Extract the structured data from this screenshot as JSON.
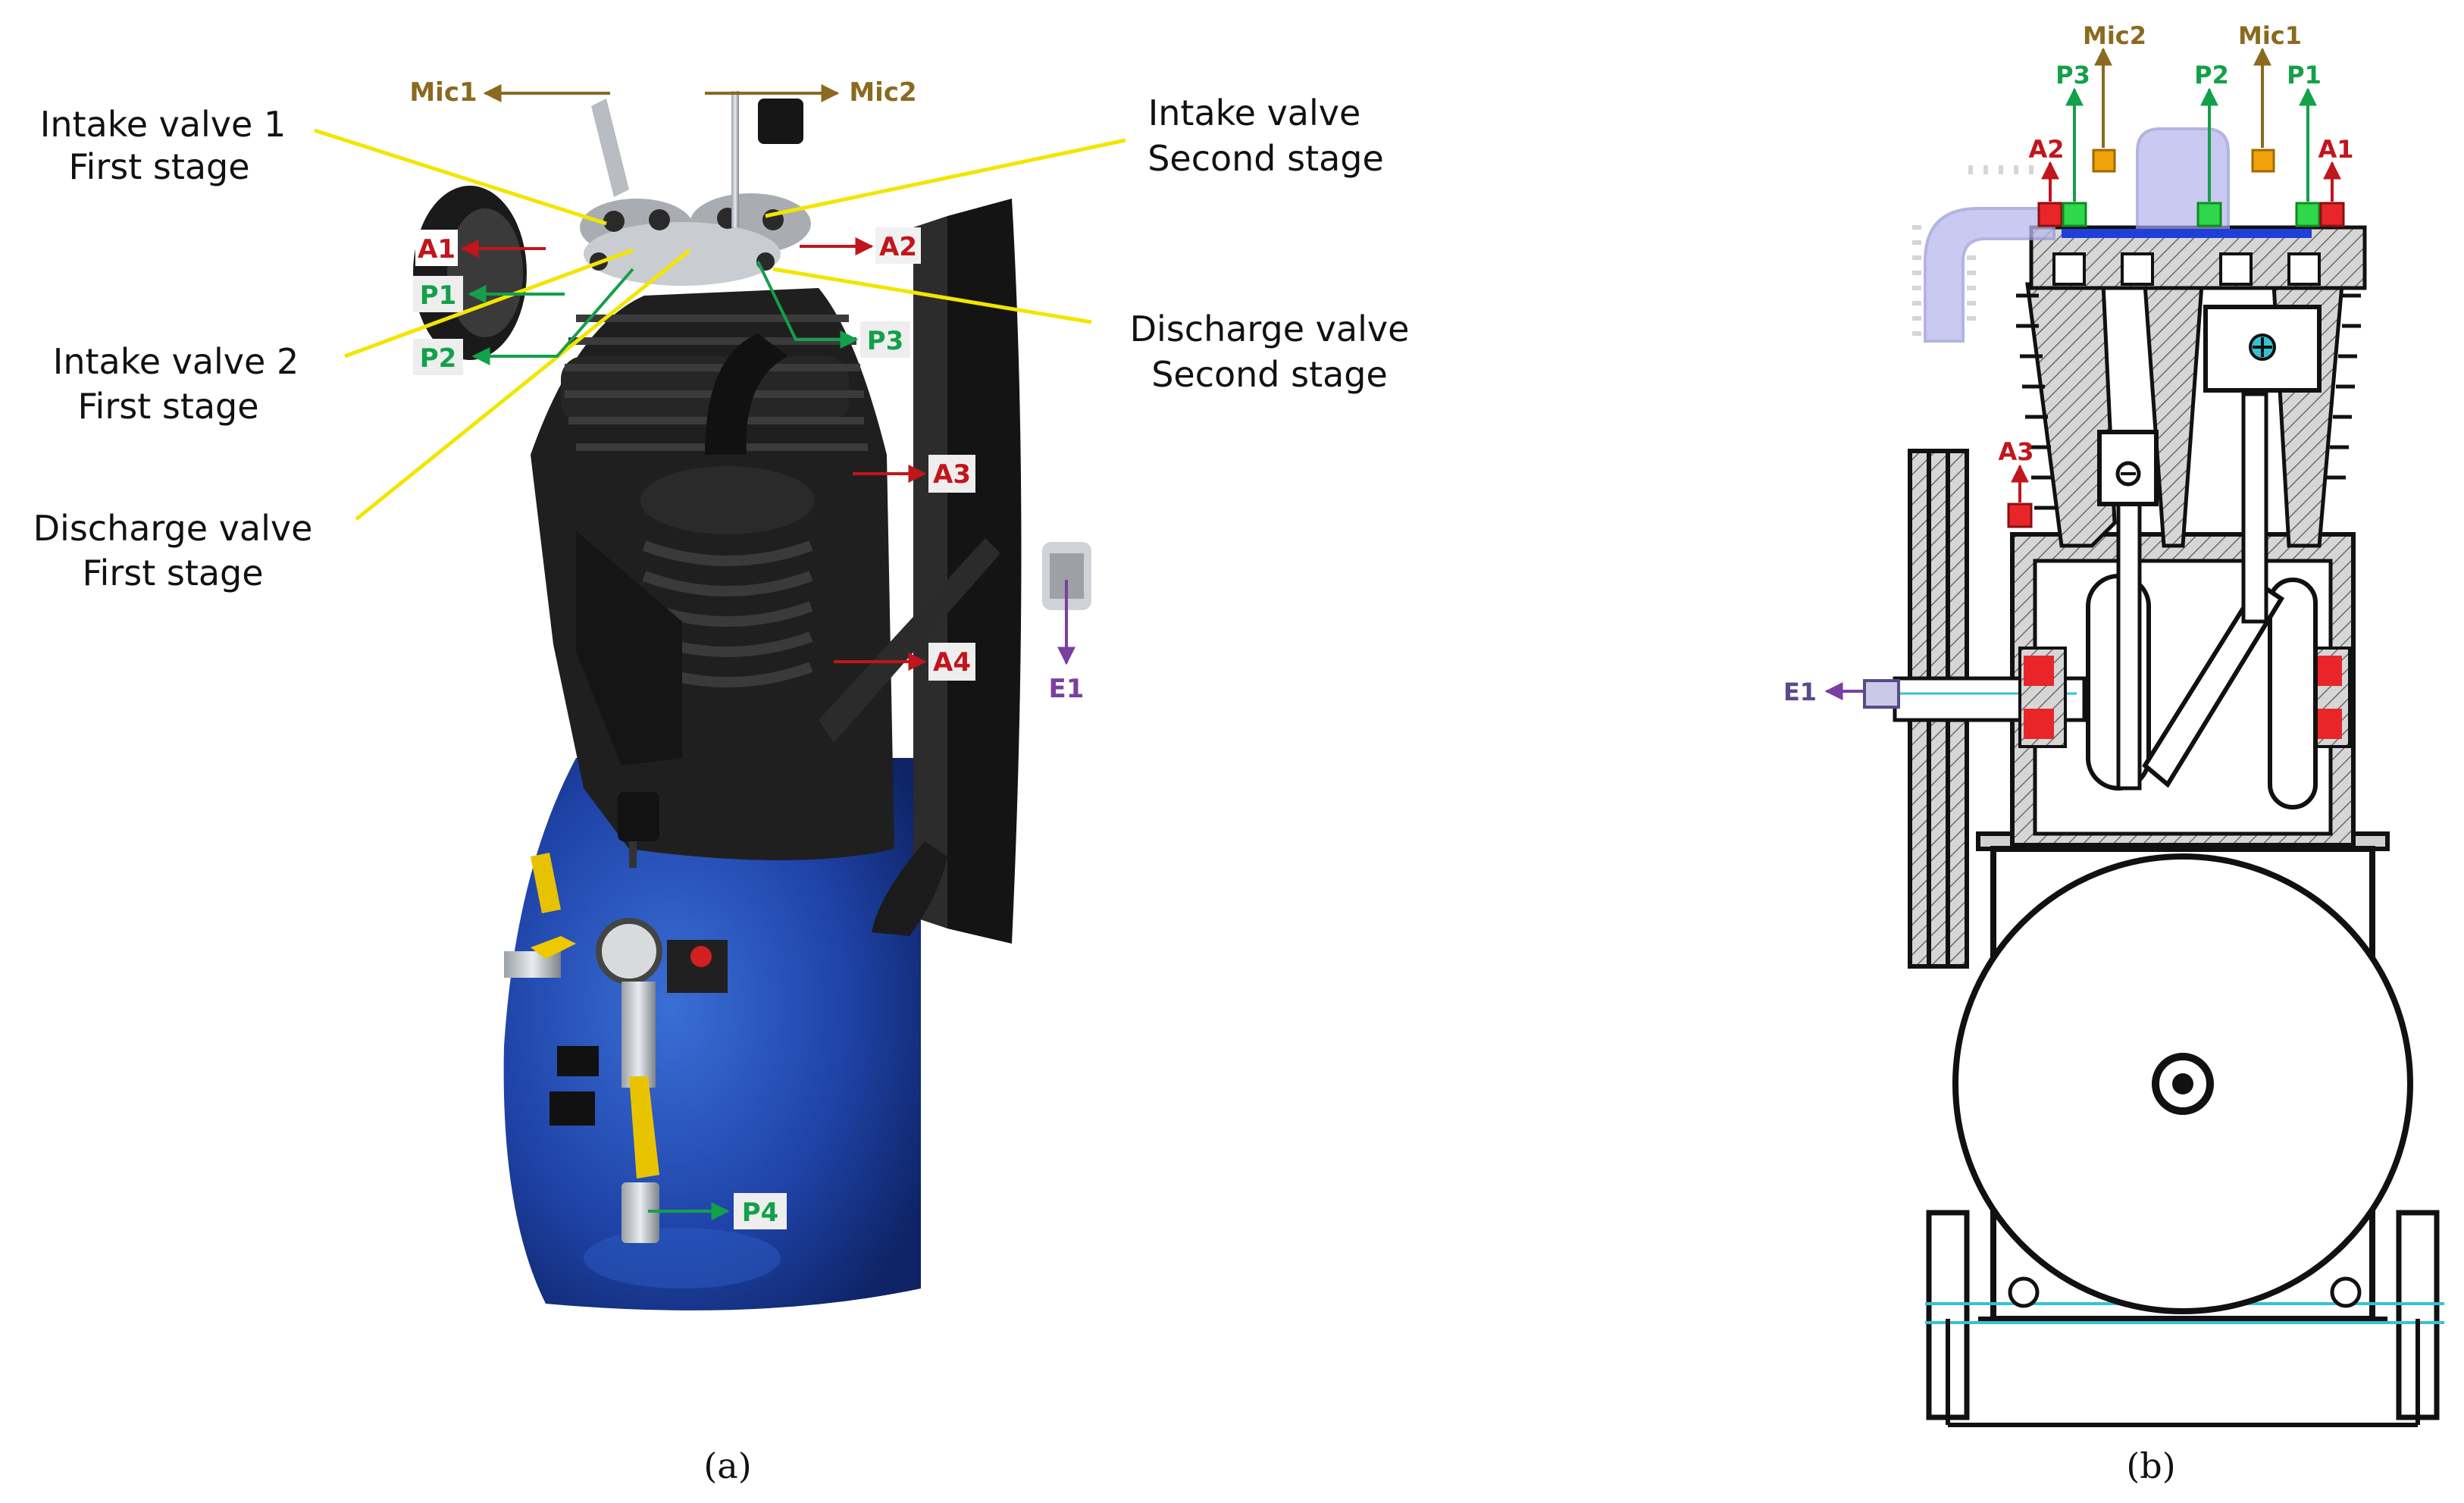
{
  "panel_a": {
    "caption": "(a)",
    "callouts": {
      "intake_valve_1": [
        "Intake valve 1",
        "First stage"
      ],
      "intake_valve_2": [
        "Intake valve 2",
        "First stage"
      ],
      "discharge_valve_1": [
        "Discharge valve",
        "First stage"
      ],
      "intake_valve_second": [
        "Intake valve",
        "Second stage"
      ],
      "discharge_valve_second": [
        "Discharge valve",
        "Second stage"
      ]
    },
    "sensors": {
      "mic1": "Mic1",
      "mic2": "Mic2",
      "a1": "A1",
      "a2": "A2",
      "a3": "A3",
      "a4": "A4",
      "p1": "P1",
      "p2": "P2",
      "p3": "P3",
      "p4": "P4",
      "e1": "E1"
    }
  },
  "panel_b": {
    "caption": "(b)",
    "sensors": {
      "mic2": "Mic2",
      "mic1": "Mic1",
      "p3": "P3",
      "p2": "P2",
      "p1": "P1",
      "a2": "A2",
      "a1": "A1",
      "a3": "A3",
      "e1": "E1"
    }
  },
  "colors": {
    "mic": "#8a6a1e",
    "accel": "#c0161c",
    "pressure": "#13a04a",
    "encoder": "#7a3fa0",
    "callout_line": "#f2e600",
    "tank_blue": "#1f43a8",
    "marker_orange": "#f2a20a",
    "marker_green": "#2fd74a",
    "marker_red": "#e8262a"
  }
}
